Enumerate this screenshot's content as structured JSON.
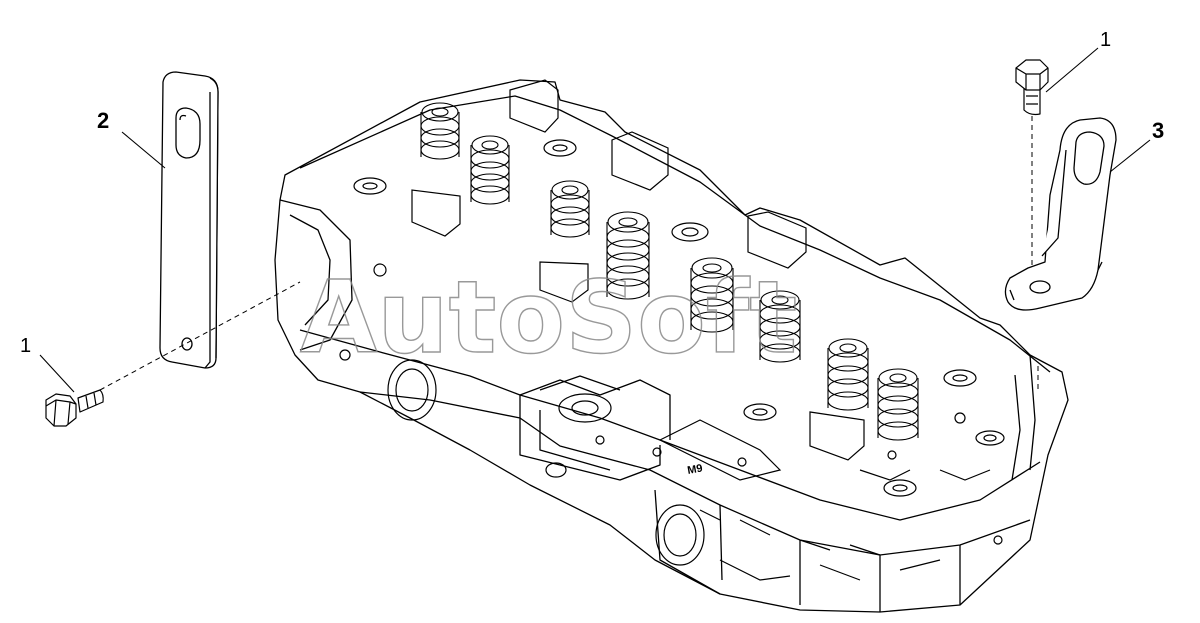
{
  "diagram": {
    "callouts": [
      {
        "id": "c1-left",
        "label": "1"
      },
      {
        "id": "c2",
        "label": "2"
      },
      {
        "id": "c1-right",
        "label": "1"
      },
      {
        "id": "c3",
        "label": "3"
      }
    ],
    "watermark": "AutoSoft",
    "part_marking": "M9"
  },
  "colors": {
    "line": "#000000",
    "background": "#ffffff",
    "watermark": "#888888"
  }
}
